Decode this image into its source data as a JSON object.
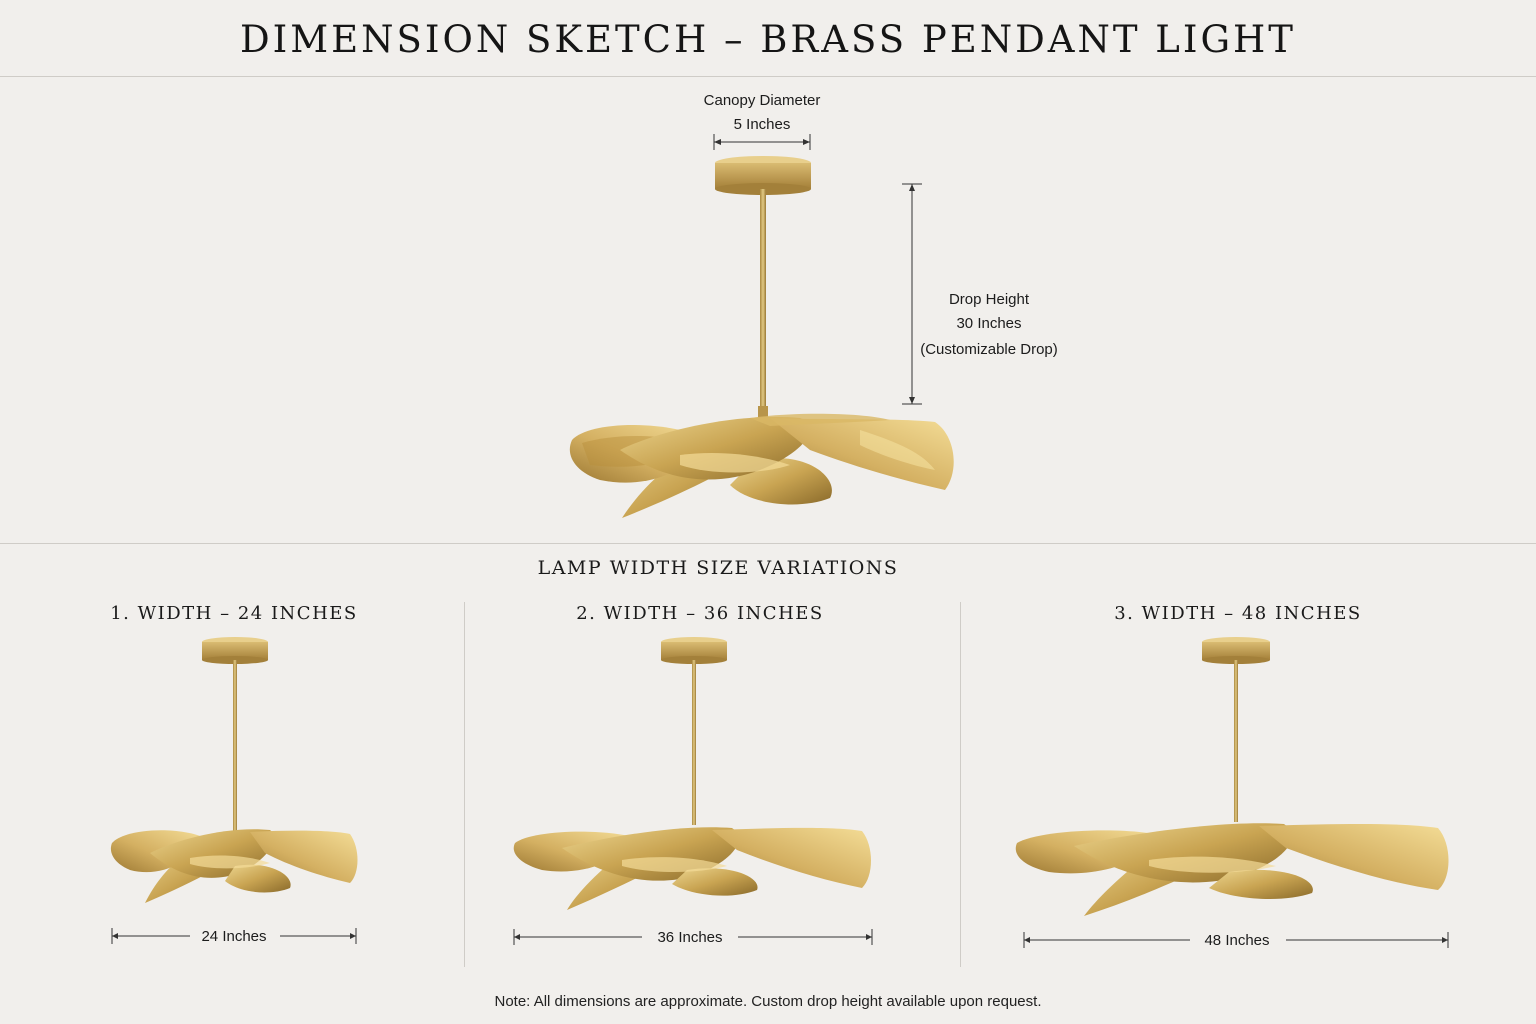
{
  "title": "DIMENSION SKETCH – BRASS PENDANT LIGHT",
  "main": {
    "canopy_label": "Canopy Diameter",
    "canopy_value": "5 Inches",
    "drop_label": "Drop Height",
    "drop_value": "30 Inches",
    "drop_note": "(Customizable Drop)"
  },
  "variations": {
    "heading": "LAMP WIDTH SIZE VARIATIONS",
    "items": [
      {
        "title": "1. WIDTH – 24 INCHES",
        "dimension": "24 Inches"
      },
      {
        "title": "2. WIDTH – 36 INCHES",
        "dimension": "36 Inches"
      },
      {
        "title": "3. WIDTH – 48 INCHES",
        "dimension": "48 Inches"
      }
    ]
  },
  "note": "Note: All dimensions are approximate. Custom drop height available upon request.",
  "colors": {
    "brass_light": "#e3c57a",
    "brass_mid": "#c9a452",
    "brass_dark": "#8a6a2a",
    "background": "#f1efec"
  }
}
